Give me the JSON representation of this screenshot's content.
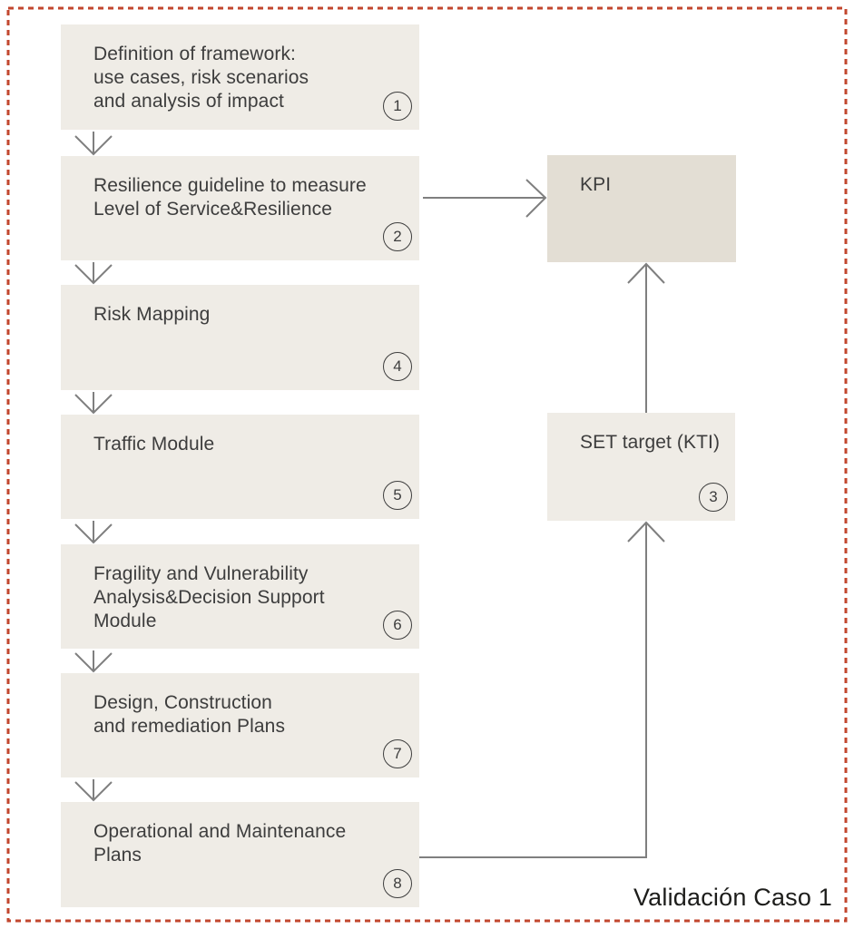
{
  "colors": {
    "accent": "#c2462e",
    "box-bg": "#efece6",
    "kpi-bg": "#e3ded4",
    "arrow": "#7f7f7f",
    "text": "#3d3d3d",
    "caption-color": "#1d1d1b"
  },
  "steps": [
    {
      "number": "1",
      "label": "Definition of framework:\nuse cases, risk scenarios\nand analysis of impact"
    },
    {
      "number": "2",
      "label": "Resilience guideline to measure\nLevel of Service&Resilience"
    },
    {
      "number": "4",
      "label": "Risk Mapping"
    },
    {
      "number": "5",
      "label": "Traffic Module"
    },
    {
      "number": "6",
      "label": "Fragility and Vulnerability\nAnalysis&Decision Support\nModule"
    },
    {
      "number": "7",
      "label": "Design, Construction\nand remediation Plans"
    },
    {
      "number": "8",
      "label": "Operational and Maintenance\nPlans"
    }
  ],
  "kpi": {
    "label": "KPI"
  },
  "set_target": {
    "label": "SET target (KTI)",
    "number": "3"
  },
  "caption": "Validación Caso 1"
}
